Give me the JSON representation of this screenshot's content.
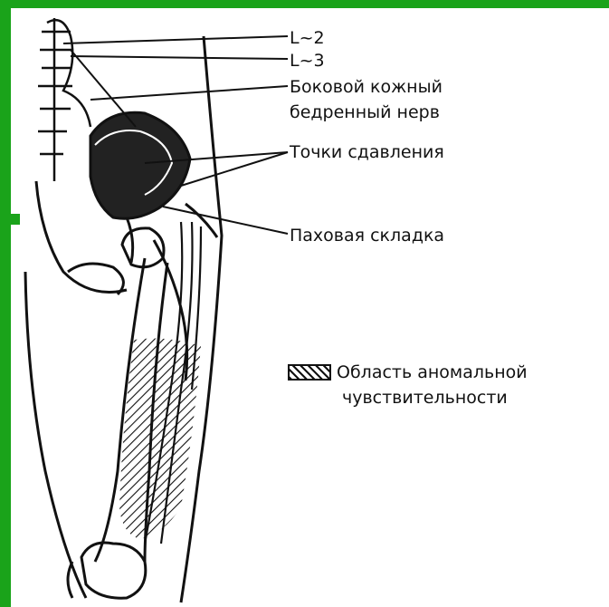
{
  "labels": {
    "l2": "L~2",
    "l3": "L~3",
    "nerve_line1": "Боковой кожный",
    "nerve_line2": "бедренный нерв",
    "pressure_points": "Точки сдавления",
    "inguinal_fold": "Паховая складка"
  },
  "legend": {
    "line1": "Область аномальной",
    "line2": "чувствительности"
  },
  "colors": {
    "frame_green": "#1aa31a",
    "ink": "#111111"
  }
}
